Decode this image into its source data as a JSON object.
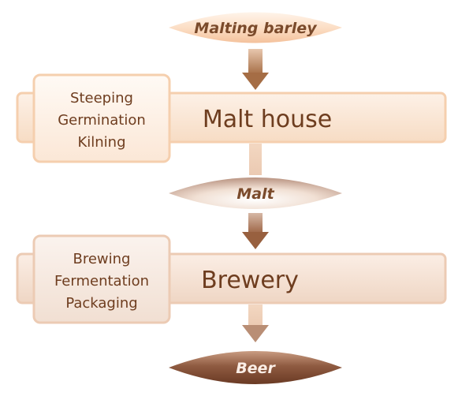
{
  "nodes": {
    "barley": "Malting barley",
    "malt": "Malt",
    "beer": "Beer"
  },
  "stages": [
    {
      "name": "Malt house",
      "steps": [
        "Steeping",
        "Germination",
        "Kilning"
      ]
    },
    {
      "name": "Brewery",
      "steps": [
        "Brewing",
        "Fermentation",
        "Packaging"
      ]
    }
  ],
  "colors": {
    "text_brown": "#6e3d1f",
    "arrow": "#b07a52",
    "bar_border": "#f3c9a4",
    "bar_fill": "#fbe8d8"
  }
}
